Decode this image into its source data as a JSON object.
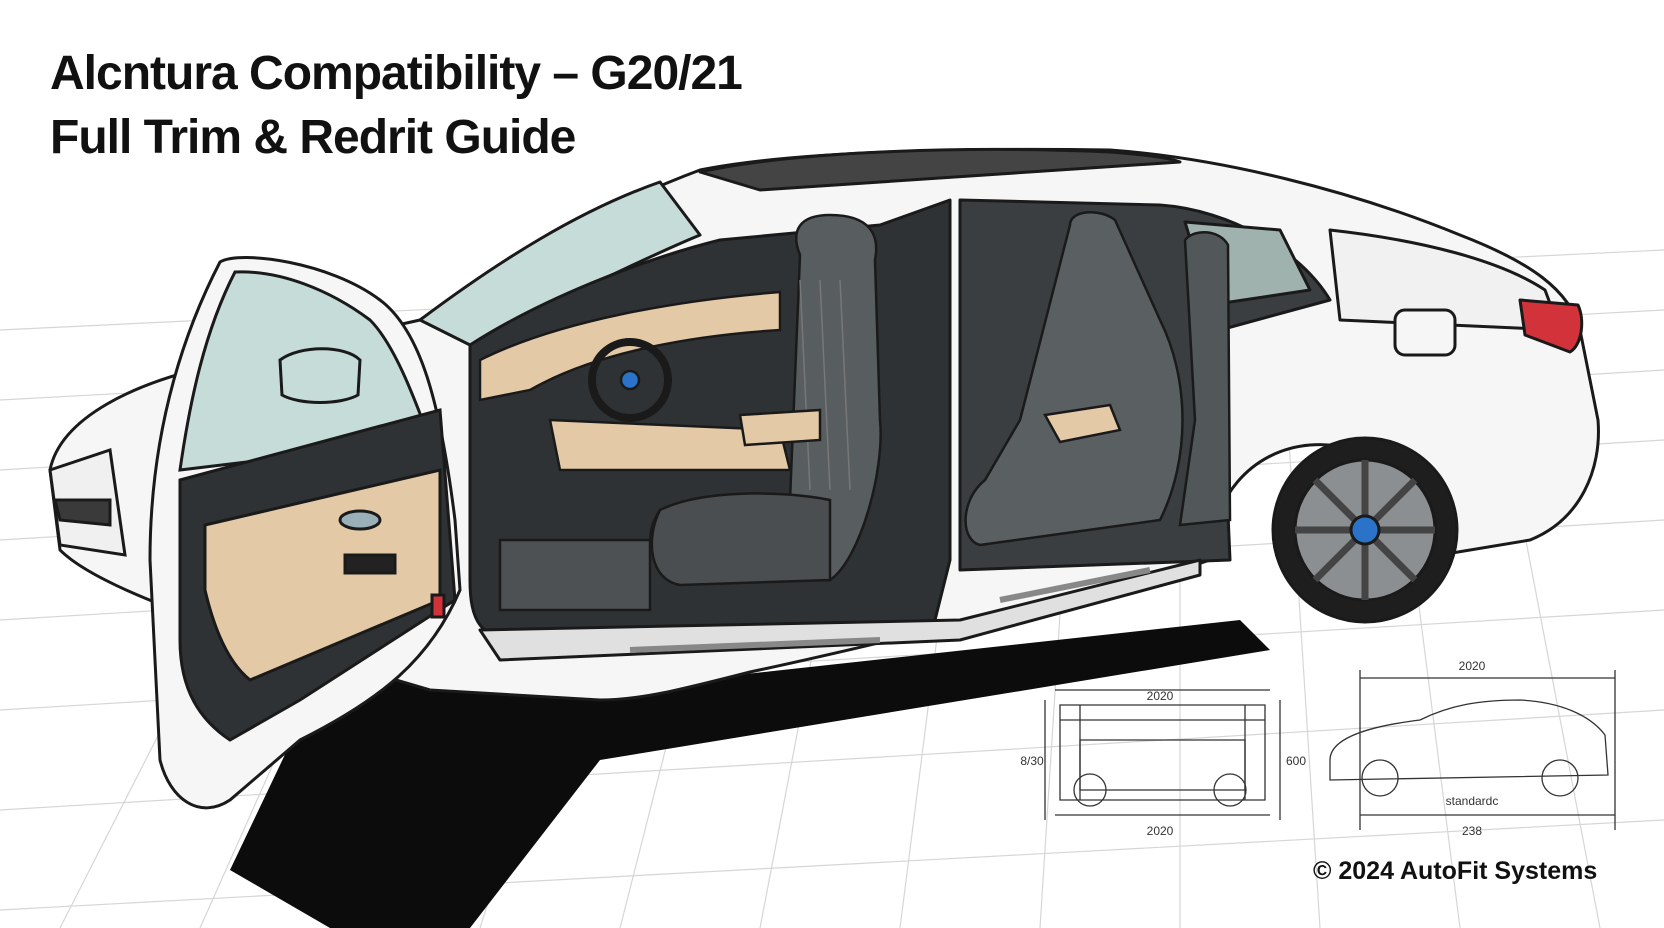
{
  "title": {
    "line1": "Alcntura Compatibility – G20/21",
    "line2": "Full Trim & Redrit Guide"
  },
  "copyright": "© 2024 AutoFit Systems",
  "blueprint_front": {
    "top_label": "2020",
    "left_label": "8/30",
    "right_label": "600",
    "bottom_label": "2020"
  },
  "blueprint_side": {
    "top_label": "2020",
    "middle_label": "standardc",
    "bottom_label": "238"
  },
  "colors": {
    "body_white": "#f6f6f6",
    "outline": "#1a1a1a",
    "seat_gray": "#555a5c",
    "alcantara_tan": "#e3c9a6",
    "glass": "#c6dcd9",
    "tail_light": "#d2333b",
    "grid": "#d4d4d4"
  }
}
